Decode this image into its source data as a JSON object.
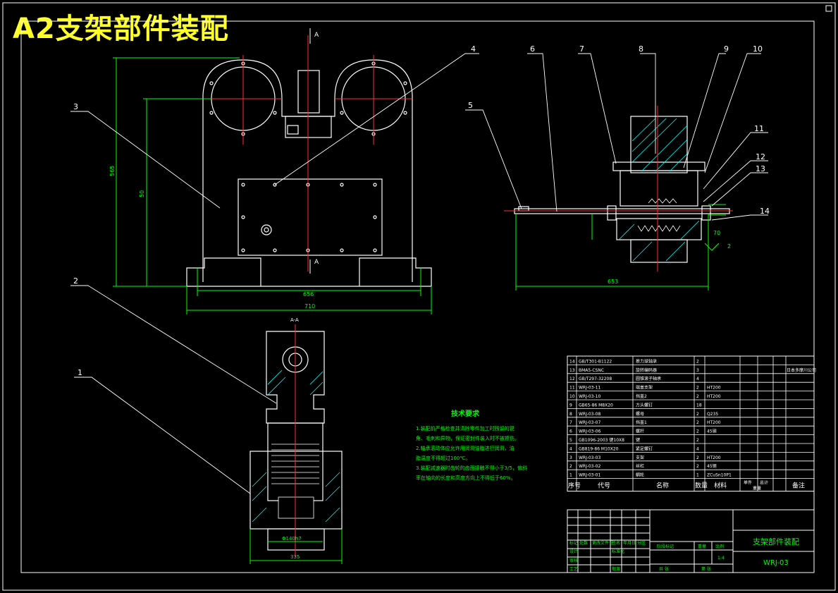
{
  "title": "A2支架部件装配",
  "balloons": [
    "1",
    "2",
    "3",
    "4",
    "5",
    "6",
    "7",
    "8",
    "9",
    "10",
    "11",
    "12",
    "13",
    "14"
  ],
  "section_marks": {
    "top": "A",
    "bottom": "A",
    "section_title": "A-A"
  },
  "dimensions": {
    "front_height": "565",
    "front_inner_height": "50",
    "front_inner_width": "656",
    "front_overall_width": "710",
    "side_overall_width": "653",
    "side_height": "70",
    "side_small": "2",
    "bottom_inner": "Φ140h7",
    "bottom_overall": "335"
  },
  "tech_requirements": {
    "heading": "技术要求",
    "lines": [
      "1.装配前严格检查并清除零件加工时残留的锐",
      "角、毛刺和异物，保证密封件装入时不被擦伤。",
      "2.轴承滚动体应允许用润滑油脂进行润滑，油",
      "脂温度不得超过100℃。",
      "3.装配减速器时齿轮的齿面接触不得小于3/5，偏斜",
      "率在轴向的长度和高度方向上不得低于60%。"
    ]
  },
  "parts_list": {
    "rows": [
      {
        "no": "14",
        "code": "GB/T301-B1122",
        "name": "推力球轴承",
        "qty": "2",
        "material": "",
        "note": ""
      },
      {
        "no": "13",
        "code": "BMA5-CSNC",
        "name": "旋转编码器",
        "qty": "3",
        "material": "",
        "note": "日本多摩川公司"
      },
      {
        "no": "12",
        "code": "GB/T297-32208",
        "name": "圆锥滚子轴承",
        "qty": "4",
        "material": "",
        "note": ""
      },
      {
        "no": "11",
        "code": "WRJ-03-11",
        "name": "端盖支架",
        "qty": "2",
        "material": "HT200",
        "note": ""
      },
      {
        "no": "10",
        "code": "WRJ-03-10",
        "name": "挡盖2",
        "qty": "2",
        "material": "HT200",
        "note": ""
      },
      {
        "no": "9",
        "code": "GB65-86 M8X20",
        "name": "方头螺钉",
        "qty": "18",
        "material": "",
        "note": ""
      },
      {
        "no": "8",
        "code": "WRJ-03-08",
        "name": "螺母",
        "qty": "2",
        "material": "Q235",
        "note": ""
      },
      {
        "no": "7",
        "code": "WRJ-03-07",
        "name": "挡盖1",
        "qty": "2",
        "material": "HT200",
        "note": ""
      },
      {
        "no": "6",
        "code": "WRJ-03-06",
        "name": "螺杆",
        "qty": "2",
        "material": "45钢",
        "note": ""
      },
      {
        "no": "5",
        "code": "GB1096-2003 键10X8",
        "name": "键",
        "qty": "2",
        "material": "",
        "note": ""
      },
      {
        "no": "4",
        "code": "GB819-86 M10X20",
        "name": "紧定螺钉",
        "qty": "4",
        "material": "",
        "note": ""
      },
      {
        "no": "3",
        "code": "WRJ-03-03",
        "name": "支架",
        "qty": "2",
        "material": "HT200",
        "note": ""
      },
      {
        "no": "2",
        "code": "WRJ-03-02",
        "name": "丝杠",
        "qty": "2",
        "material": "45钢",
        "note": ""
      },
      {
        "no": "1",
        "code": "WRJ-03-01",
        "name": "蜗轮",
        "qty": "1",
        "material": "ZCuSn10P1",
        "note": ""
      }
    ],
    "headers": {
      "no": "序号",
      "code": "代号",
      "name": "名称",
      "qty": "数量",
      "material": "材料",
      "unit": "单件",
      "total": "总计",
      "weight": "重量",
      "note": "备注"
    }
  },
  "title_block": {
    "name": "支架部件装配",
    "code": "WRJ-03",
    "scale": "1:4",
    "labels": {
      "mark": "标记",
      "count": "处数",
      "zone": "分区",
      "change_doc": "更改文件号",
      "sign": "签名",
      "date": "年月日",
      "design": "设计",
      "standard": "标准化",
      "stage": "阶段标记",
      "weight": "重量",
      "ratio": "比例",
      "review": "审核",
      "process": "工艺",
      "approve": "批准",
      "sheet_total": "共 张",
      "sheet_no": "第 张"
    }
  },
  "colors": {
    "line": "#ffffff",
    "dim": "#00ff00",
    "center": "#ff3030",
    "hatch": "#00ffff",
    "leader": "#ffffff",
    "title": "#ffff2a",
    "balloon": "#ffffff"
  }
}
